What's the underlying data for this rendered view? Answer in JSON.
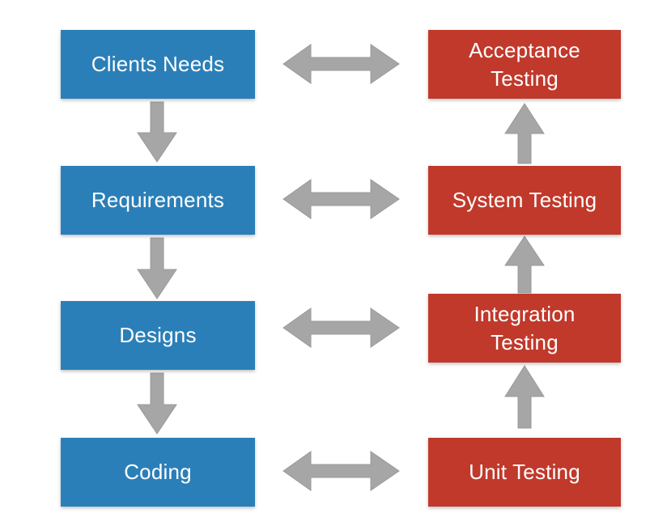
{
  "colors": {
    "left_box": "#2b7fb8",
    "right_box": "#c0392b",
    "arrow": "#a6a6a6",
    "text": "#ffffff"
  },
  "left_column": [
    {
      "label": "Clients Needs"
    },
    {
      "label": "Requirements"
    },
    {
      "label": "Designs"
    },
    {
      "label": "Coding"
    }
  ],
  "right_column": [
    {
      "label": "Acceptance\nTesting"
    },
    {
      "label": "System Testing"
    },
    {
      "label": "Integration\nTesting"
    },
    {
      "label": "Unit Testing"
    }
  ],
  "arrows": {
    "left_down_icon": "arrow-down-icon",
    "right_up_icon": "arrow-up-icon",
    "connector_icon": "double-arrow-icon"
  }
}
